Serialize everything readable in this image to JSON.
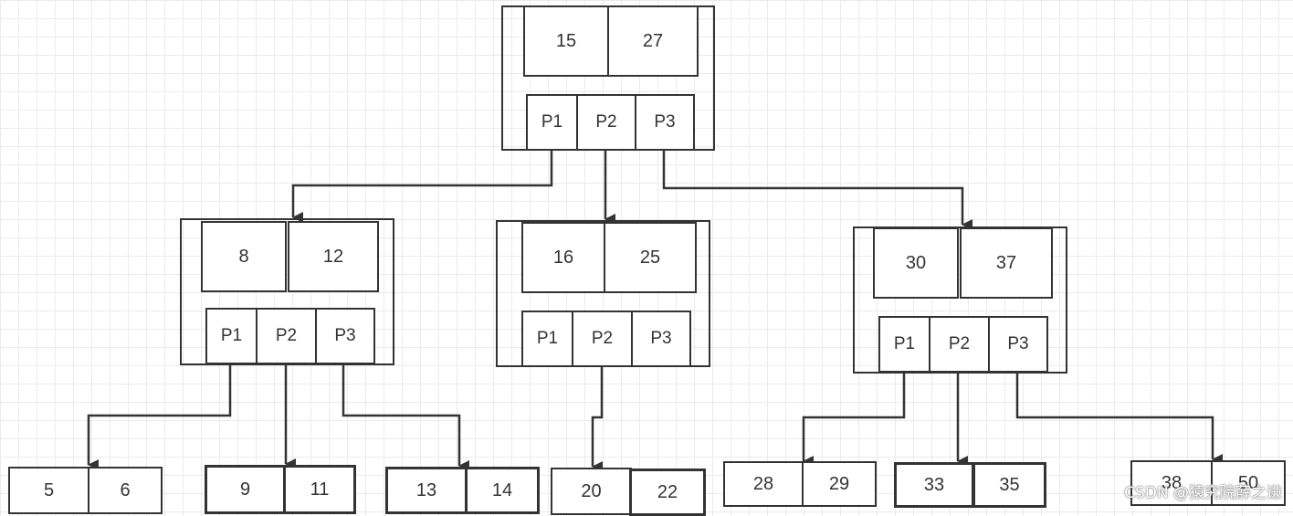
{
  "tree": {
    "root": {
      "keys": [
        "15",
        "27"
      ],
      "pointers": [
        "P1",
        "P2",
        "P3"
      ]
    },
    "internal": [
      {
        "keys": [
          "8",
          "12"
        ],
        "pointers": [
          "P1",
          "P2",
          "P3"
        ]
      },
      {
        "keys": [
          "16",
          "25"
        ],
        "pointers": [
          "P1",
          "P2",
          "P3"
        ]
      },
      {
        "keys": [
          "30",
          "37"
        ],
        "pointers": [
          "P1",
          "P2",
          "P3"
        ]
      }
    ],
    "leaves": [
      {
        "keys": [
          "5",
          "6"
        ]
      },
      {
        "keys": [
          "9",
          "11"
        ]
      },
      {
        "keys": [
          "13",
          "14"
        ]
      },
      {
        "keys": [
          "20",
          "22"
        ]
      },
      {
        "keys": [
          "28",
          "29"
        ]
      },
      {
        "keys": [
          "33",
          "35"
        ]
      },
      {
        "keys": [
          "38",
          "50"
        ]
      }
    ]
  },
  "watermark": "CSDN @猿究院薛之谦",
  "colors": {
    "line": "#333333",
    "grid": "#ebebeb",
    "background": "#ffffff"
  }
}
